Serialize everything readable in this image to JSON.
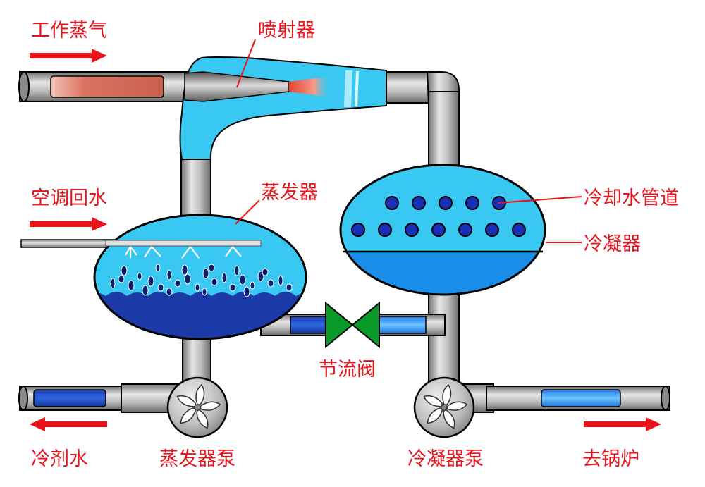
{
  "labels": {
    "working_steam": "工作蒸气",
    "ejector": "喷射器",
    "ac_return": "空调回水",
    "evaporator": "蒸发器",
    "cooling_pipe": "冷却水管道",
    "condenser": "冷凝器",
    "throttle_valve": "节流阀",
    "refrigerant_water": "冷剂水",
    "evaporator_pump": "蒸发器泵",
    "condenser_pump": "冷凝器泵",
    "to_boiler": "去锅炉"
  },
  "colors": {
    "label_text": "#e8131b",
    "arrow": "#e8131b",
    "pipe": "#a9a9a9",
    "vapor": "#39c8f2",
    "water_light": "#1aa8ef",
    "water_dark": "#1b3aa8",
    "valve": "#0a9a2a",
    "steam": "#d9735f"
  }
}
